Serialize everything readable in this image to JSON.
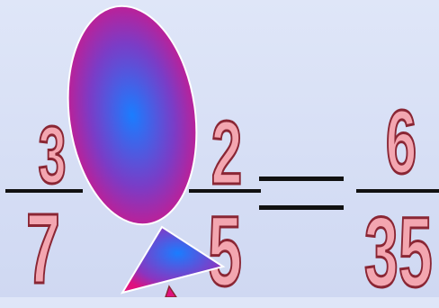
{
  "equation": {
    "frac1": {
      "numerator": "3",
      "denominator": "7"
    },
    "frac2": {
      "numerator": "2",
      "denominator": "5"
    },
    "result": {
      "numerator": "6",
      "denominator": "35"
    }
  },
  "colors": {
    "background": "#dfe6f8",
    "digit_fill": "#f3a6b0",
    "digit_stroke": "#8a2634",
    "shape_center": "#1a7dff",
    "shape_edge": "#e0117e"
  }
}
